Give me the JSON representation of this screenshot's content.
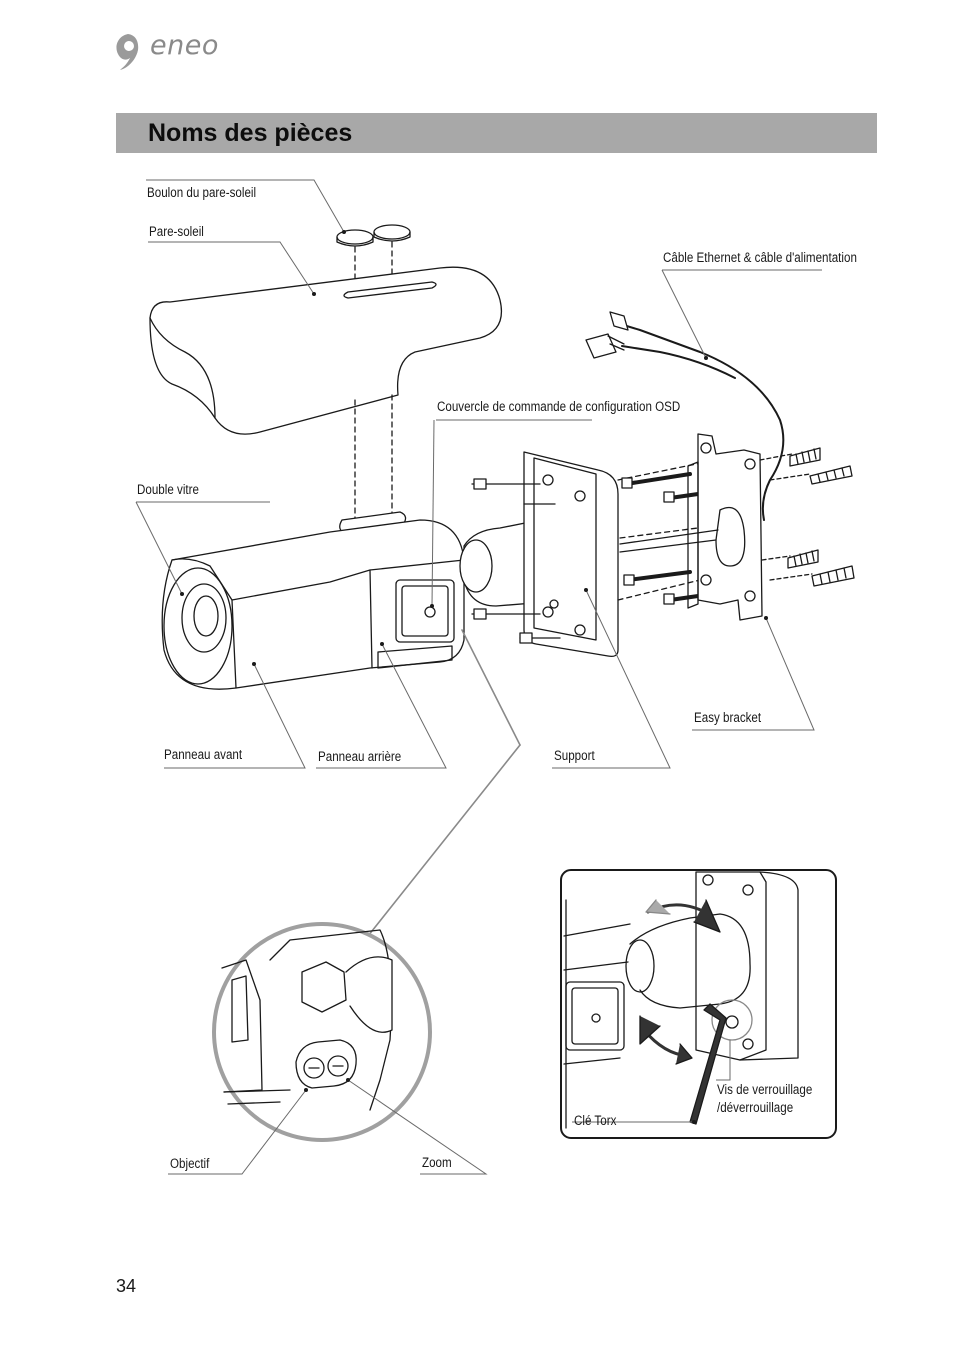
{
  "brand": {
    "name": "eneo"
  },
  "section": {
    "title": "Noms des pièces"
  },
  "labels": {
    "sunshield_bolt": "Boulon du pare-soleil",
    "sunshield": "Pare-soleil",
    "cables": "Câble Ethernet & câble d'alimentation",
    "osd_cover": "Couvercle de commande de configuration OSD",
    "double_glass": "Double vitre",
    "front_panel": "Panneau avant",
    "rear_panel": "Panneau arrière",
    "support": "Support",
    "easy_bracket": "Easy bracket",
    "objective": "Objectif",
    "zoom": "Zoom",
    "torx_key": "Clé Torx",
    "lock_screw_line1": "Vis de verrouillage",
    "lock_screw_line2": "/déverrouillage"
  },
  "page": {
    "number": "34"
  }
}
